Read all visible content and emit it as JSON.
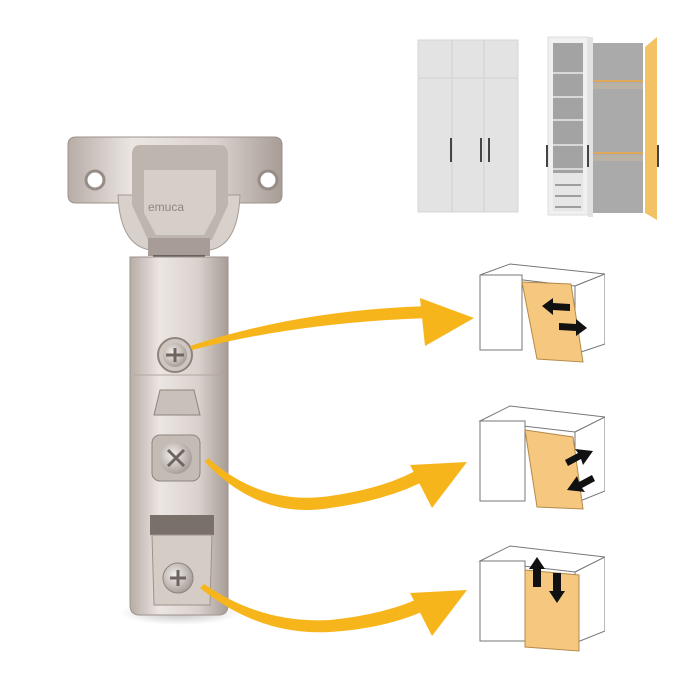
{
  "product": {
    "type": "concealed cabinet hinge",
    "brand_engraving": "emuca"
  },
  "colors": {
    "background": "#ffffff",
    "metal_light": "#e6e0dc",
    "metal_mid": "#cfc6c0",
    "metal_dark": "#a89e98",
    "accent_arrow": "#f7b51c",
    "door_panel": "#f6c77e",
    "wardrobe_white": "#e4e4e4",
    "wardrobe_interior": "#9c9c9c",
    "wardrobe_door_open": "#f2c264",
    "handle": "#444444",
    "adjust_arrow": "#111111",
    "outline": "#8a8a8a"
  },
  "wardrobes": [
    {
      "state": "closed",
      "doors": 3,
      "handles": 3
    },
    {
      "state": "open",
      "doors": 3,
      "shelves": 5,
      "drawers": 3,
      "hanging_rails": 2
    }
  ],
  "adjustments": [
    {
      "screw": "top",
      "type": "side-adjustment",
      "diagram": "lateral-arrows-icon"
    },
    {
      "screw": "middle",
      "type": "depth-adjustment",
      "diagram": "depth-arrows-icon"
    },
    {
      "screw": "bottom",
      "type": "height-adjustment",
      "diagram": "vertical-arrows-icon"
    }
  ]
}
